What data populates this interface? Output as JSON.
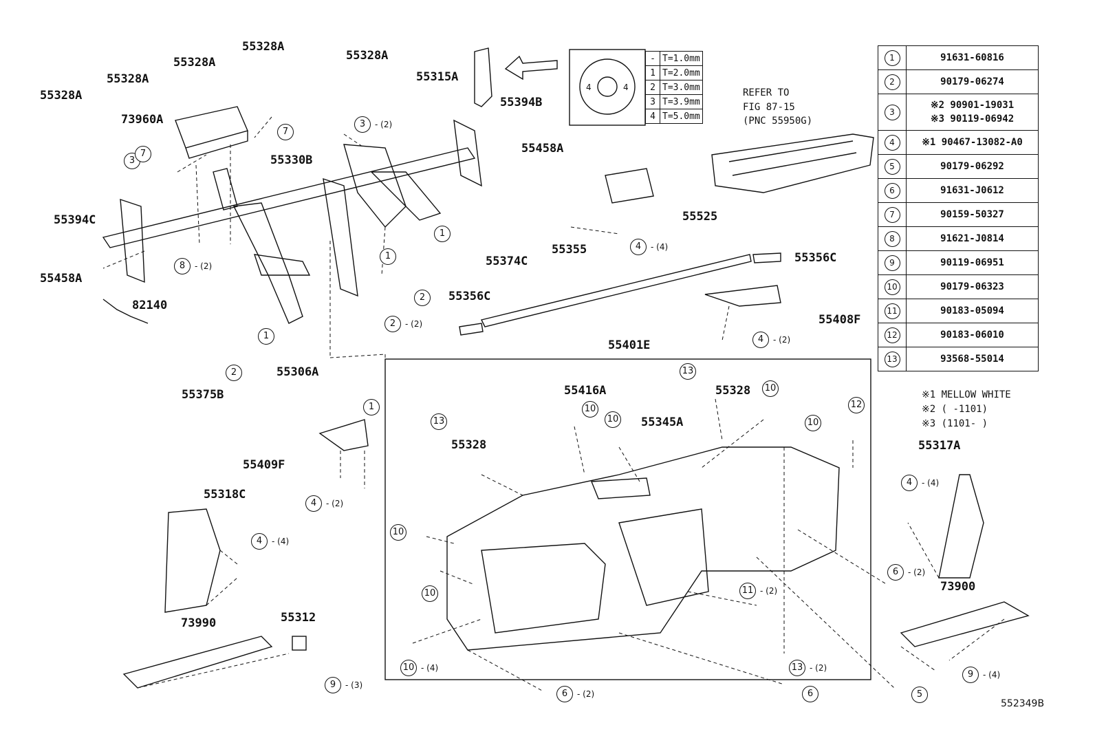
{
  "callouts": [
    {
      "label": "55328A",
      "pos": "a"
    },
    {
      "label": "55328A",
      "pos": "b"
    },
    {
      "label": "55328A",
      "pos": "c"
    },
    {
      "label": "55328A",
      "pos": "d"
    },
    {
      "label": "55328A",
      "pos": "e"
    },
    {
      "label": "73960A",
      "pos": "f"
    },
    {
      "label": "55315A",
      "pos": "g"
    },
    {
      "label": "55394B",
      "pos": "h"
    },
    {
      "label": "55458A",
      "pos": "i"
    },
    {
      "label": "55330B",
      "pos": "j"
    },
    {
      "label": "55394C",
      "pos": "k"
    },
    {
      "label": "55458A",
      "pos": "l"
    },
    {
      "label": "82140",
      "pos": "m"
    },
    {
      "label": "55374C",
      "pos": "n"
    },
    {
      "label": "55356C",
      "pos": "o"
    },
    {
      "label": "55355",
      "pos": "p"
    },
    {
      "label": "55356C",
      "pos": "q"
    },
    {
      "label": "55525",
      "pos": "r"
    },
    {
      "label": "55408F",
      "pos": "s"
    },
    {
      "label": "55401E",
      "pos": "t"
    },
    {
      "label": "55306A",
      "pos": "u"
    },
    {
      "label": "55375B",
      "pos": "v"
    },
    {
      "label": "55409F",
      "pos": "w"
    },
    {
      "label": "55318C",
      "pos": "x"
    },
    {
      "label": "73990",
      "pos": "y"
    },
    {
      "label": "55312",
      "pos": "z"
    },
    {
      "label": "55416A",
      "pos": "aa"
    },
    {
      "label": "55328",
      "pos": "ab"
    },
    {
      "label": "55345A",
      "pos": "ac"
    },
    {
      "label": "55328",
      "pos": "ad"
    },
    {
      "label": "55317A",
      "pos": "ae"
    },
    {
      "label": "73900",
      "pos": "af"
    }
  ],
  "refer_note": [
    "REFER TO",
    "FIG 87-15",
    "(PNC 55950G)"
  ],
  "thickness_table": [
    {
      "key": "-",
      "value": "T=1.0mm"
    },
    {
      "key": "1",
      "value": "T=2.0mm"
    },
    {
      "key": "2",
      "value": "T=3.0mm"
    },
    {
      "key": "3",
      "value": "T=3.9mm"
    },
    {
      "key": "4",
      "value": "T=5.0mm"
    }
  ],
  "washer_marks": [
    "4",
    "4"
  ],
  "parts_table": [
    {
      "num": "1",
      "part": "91631-60816"
    },
    {
      "num": "2",
      "part": "90179-06274"
    },
    {
      "num": "3",
      "part": "※2 90901-19031\n※3 90119-06942"
    },
    {
      "num": "4",
      "part": "※1 90467-13082-A0"
    },
    {
      "num": "5",
      "part": "90179-06292"
    },
    {
      "num": "6",
      "part": "91631-J0612"
    },
    {
      "num": "7",
      "part": "90159-50327"
    },
    {
      "num": "8",
      "part": "91621-J0814"
    },
    {
      "num": "9",
      "part": "90119-06951"
    },
    {
      "num": "10",
      "part": "90179-06323"
    },
    {
      "num": "11",
      "part": "90183-05094"
    },
    {
      "num": "12",
      "part": "90183-06010"
    },
    {
      "num": "13",
      "part": "93568-55014"
    }
  ],
  "footnotes": [
    "※1 MELLOW WHITE",
    "※2 (    -1101)",
    "※3 (1101-    )"
  ],
  "diagram_id": "552349B",
  "markers": [
    {
      "n": "1",
      "q": ""
    },
    {
      "n": "1",
      "q": ""
    },
    {
      "n": "1",
      "q": ""
    },
    {
      "n": "1",
      "q": ""
    },
    {
      "n": "2",
      "q": ""
    },
    {
      "n": "2",
      "q": "- (2)"
    },
    {
      "n": "2",
      "q": ""
    },
    {
      "n": "3",
      "q": ""
    },
    {
      "n": "3",
      "q": "- (2)"
    },
    {
      "n": "4",
      "q": "- (4)"
    },
    {
      "n": "4",
      "q": "- (2)"
    },
    {
      "n": "4",
      "q": "- (2)"
    },
    {
      "n": "4",
      "q": "- (4)"
    },
    {
      "n": "4",
      "q": "- (4)"
    },
    {
      "n": "5",
      "q": ""
    },
    {
      "n": "6",
      "q": "- (2)"
    },
    {
      "n": "6",
      "q": ""
    },
    {
      "n": "6",
      "q": "- (2)"
    },
    {
      "n": "7",
      "q": ""
    },
    {
      "n": "7",
      "q": ""
    },
    {
      "n": "8",
      "q": "- (2)"
    },
    {
      "n": "9",
      "q": "- (3)"
    },
    {
      "n": "9",
      "q": "- (4)"
    },
    {
      "n": "10",
      "q": ""
    },
    {
      "n": "10",
      "q": ""
    },
    {
      "n": "10",
      "q": ""
    },
    {
      "n": "10",
      "q": ""
    },
    {
      "n": "10",
      "q": ""
    },
    {
      "n": "10",
      "q": ""
    },
    {
      "n": "10",
      "q": "- (4)"
    },
    {
      "n": "11",
      "q": "- (2)"
    },
    {
      "n": "12",
      "q": ""
    },
    {
      "n": "13",
      "q": ""
    },
    {
      "n": "13",
      "q": ""
    },
    {
      "n": "13",
      "q": "- (2)"
    }
  ]
}
